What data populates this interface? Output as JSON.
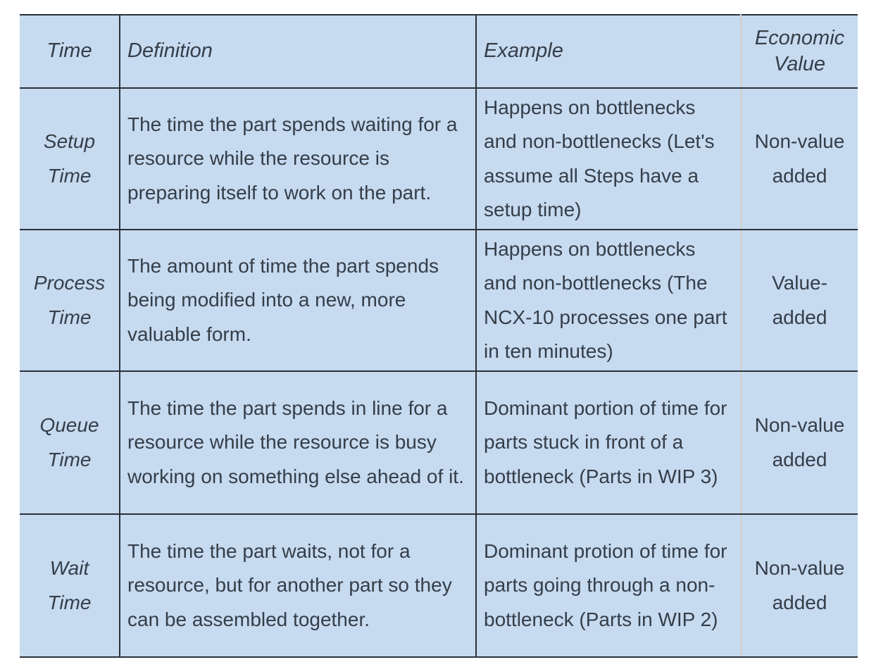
{
  "table": {
    "columns": [
      {
        "key": "time",
        "label": "Time"
      },
      {
        "key": "def",
        "label": "Definition"
      },
      {
        "key": "example",
        "label": "Example"
      },
      {
        "key": "econ",
        "label": "Economic Value"
      }
    ],
    "rows": [
      {
        "time": "Setup Time",
        "definition": "The time the part spends waiting for a resource while the resource is preparing itself to work on the part.",
        "example": "Happens on bottlenecks and non-bottlenecks (Let's assume all Steps have a setup time)",
        "economic_value": "Non-value added"
      },
      {
        "time": "Process Time",
        "definition": "The amount of time the part spends being modified into a new, more valuable form.",
        "example": "Happens on bottlenecks and non-bottlenecks (The NCX-10 processes one part in ten minutes)",
        "economic_value": "Value-added"
      },
      {
        "time": "Queue Time",
        "definition": "The time the part spends in line for a resource while the resource is busy working on something else ahead of it.",
        "example": "Dominant portion of time for parts stuck in front of a bottleneck (Parts in WIP 3)",
        "economic_value": "Non-value added"
      },
      {
        "time": "Wait Time",
        "definition": "The time the part waits, not for a resource, but for another part so they can be assembled together.",
        "example": "Dominant protion of time for parts going through a non-bottleneck (Parts in WIP 2)",
        "economic_value": "Non-value added"
      }
    ]
  },
  "colors": {
    "cell_background": "#c6daf0",
    "text": "#353e48",
    "rule": "#2b3138",
    "light_divider": "#d3cfc7",
    "page_background": "#ffffff"
  }
}
